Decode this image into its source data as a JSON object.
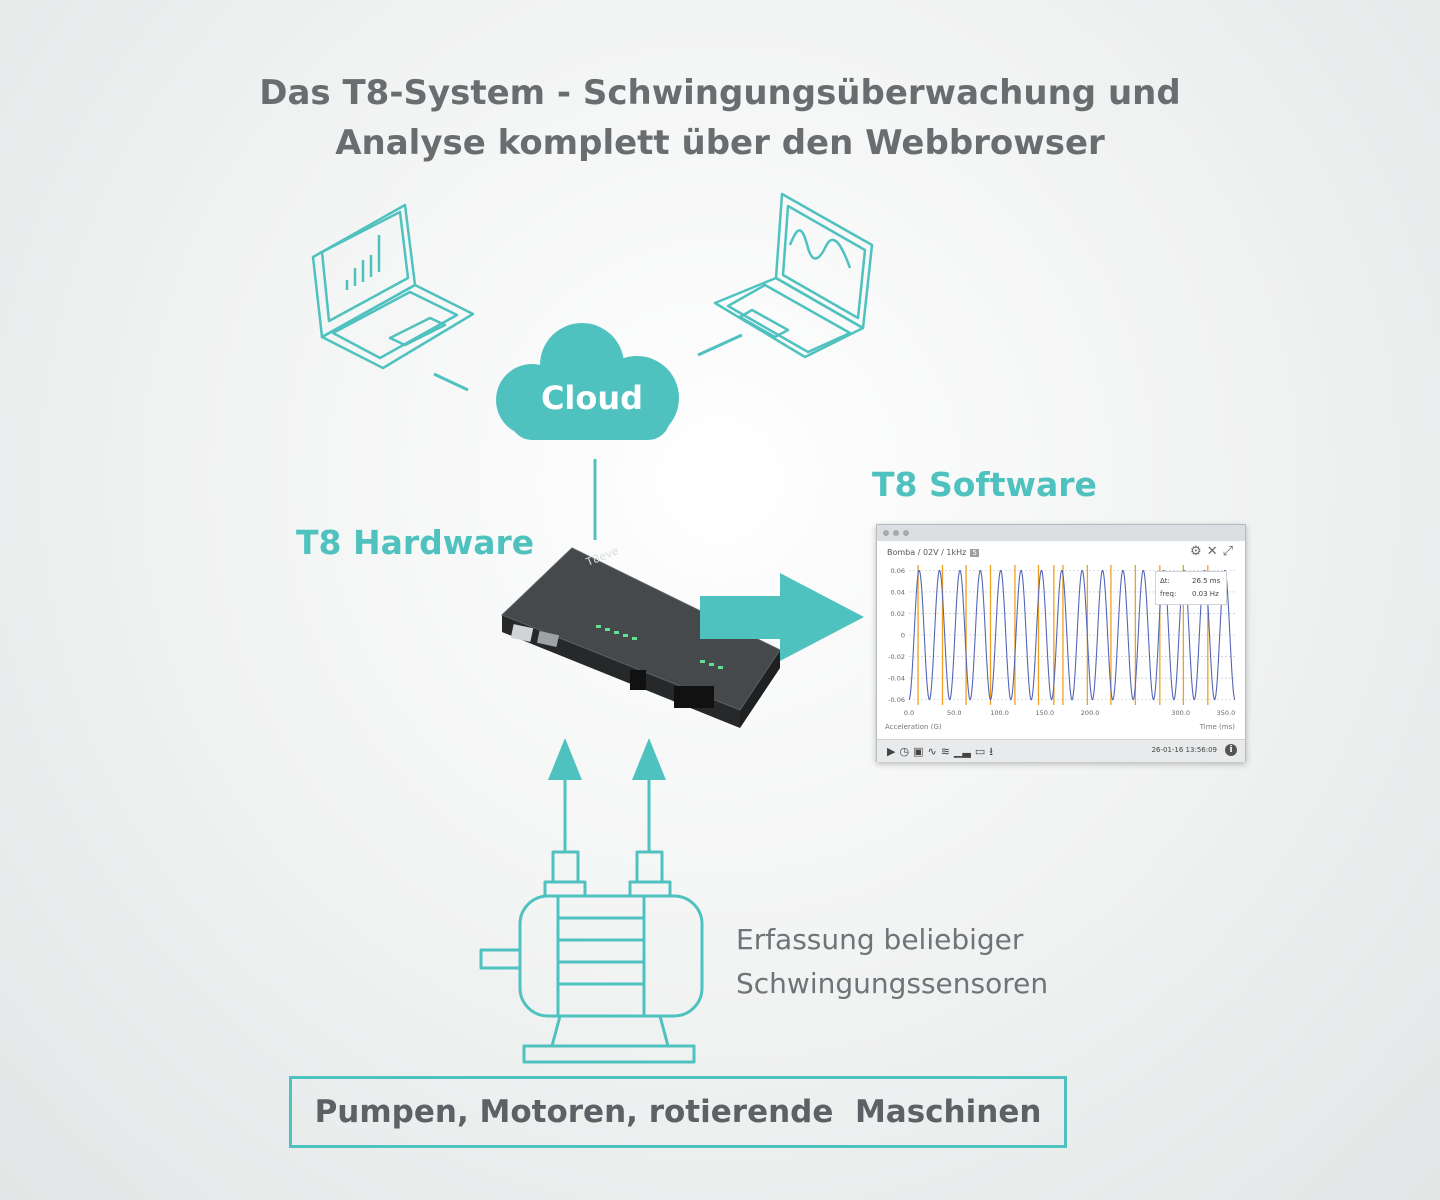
{
  "title_line1": "Das T8-System - Schwingungsüberwachung und",
  "title_line2": "Analyse komplett über den Webbrowser",
  "cloud_label": "Cloud",
  "hardware_label": "T8 Hardware",
  "software_label": "T8 Software",
  "sensor_caption_line1": "Erfassung beliebiger",
  "sensor_caption_line2": "Schwingungssensoren",
  "machines_label": "Pumpen, Motoren, rotierende  Maschinen",
  "colors": {
    "accent": "#4fc2c0",
    "text_gray": "#6a6d70",
    "device": "#2f3234"
  },
  "icons": [
    "laptop-bar-chart-icon",
    "laptop-wave-chart-icon",
    "cloud-icon",
    "arrow-right-icon",
    "arrow-up-icon",
    "motor-icon"
  ],
  "device": {
    "brand": "T8eve"
  },
  "software_window": {
    "header": "Bomba / 02V / 1kHz",
    "badge": "5",
    "cursor_delta_label": "Δt:",
    "cursor_delta_value": "26.5 ms",
    "cursor_freq_label": "freq:",
    "cursor_freq_value": "0.03 Hz",
    "y_axis_label": "Acceleration (G)",
    "x_axis_label": "Time (ms)",
    "timestamp": "26-01-16 13:56:09",
    "chart_data": {
      "type": "line",
      "x_ticks": [
        "0.0",
        "50.0",
        "100.0",
        "150.0",
        "200.0",
        "300.0",
        "350.0"
      ],
      "y_ticks": [
        "0.06",
        "0.04",
        "0.02",
        "0",
        "-0.02",
        "-0.04",
        "-0.06"
      ],
      "ylim": [
        -0.065,
        0.065
      ],
      "xlim": [
        0,
        360
      ],
      "wave_amplitude": 0.06,
      "wave_cycles": 16,
      "series_color": "#5566b8",
      "marker_color": "#f0a020",
      "markers_x": [
        10,
        37,
        63,
        90,
        117,
        143,
        160,
        170,
        197,
        223,
        250,
        277,
        303,
        330
      ]
    }
  }
}
